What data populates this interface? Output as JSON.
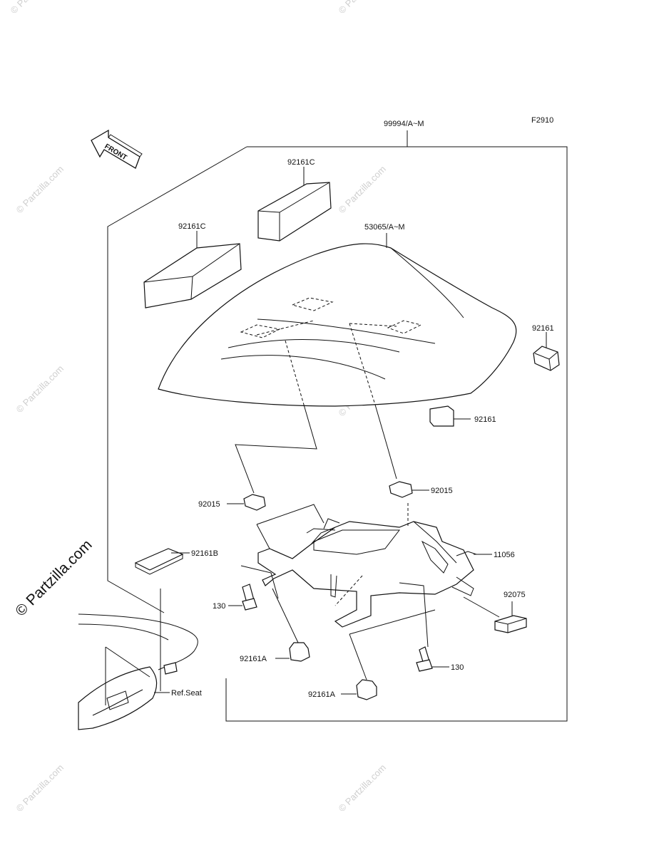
{
  "figure_code": "F2910",
  "front_label": "FRONT",
  "watermark": "© Partzilla.com",
  "watermark_large": "© Partzilla.com",
  "labels": {
    "assembly": "99994/A~M",
    "pad_top": "92161C",
    "pad_left": "92161C",
    "seat_cover": "53065/A~M",
    "pad_small_right_top": "92161",
    "pad_small_right_mid": "92161",
    "clip_left": "92015",
    "clip_right": "92015",
    "bracket": "11056",
    "pad_b": "92161B",
    "bolt_left": "130",
    "bolt_right": "130",
    "damper_a_left": "92161A",
    "damper_a_bottom": "92161A",
    "stopper": "92075",
    "ref_seat": "Ref.Seat"
  }
}
